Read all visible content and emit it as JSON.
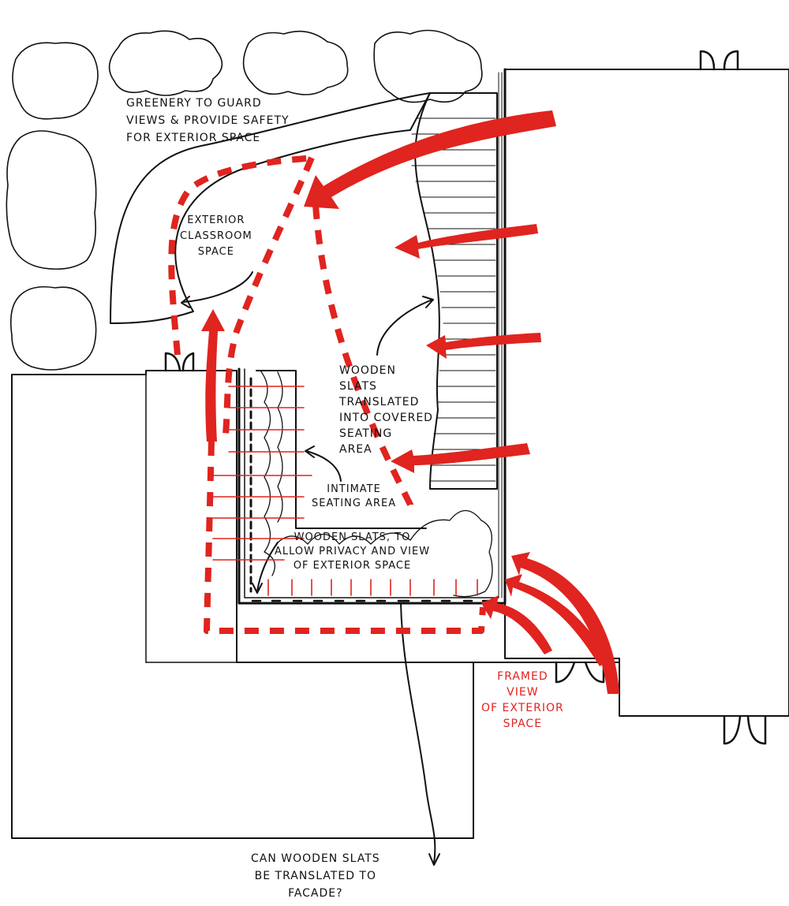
{
  "colors": {
    "ink": "#111111",
    "red": "#e0241f"
  },
  "labels": {
    "greenery": "GREENERY TO GUARD\nVIEWS & PROVIDE SAFETY\nFOR EXTERIOR SPACE",
    "exterior_classroom": "EXTERIOR\nCLASSROOM\nSPACE",
    "wooden_slats_covered": "WOODEN\nSLATS\nTRANSLATED\nINTO COVERED\nSEATING\nAREA",
    "intimate_seating": "INTIMATE\nSEATING AREA",
    "wooden_slats_privacy": "WOODEN SLATS, TO\nALLOW PRIVACY AND VIEW\nOF EXTERIOR SPACE",
    "framed_view": "FRAMED\nVIEW\nOF EXTERIOR\nSPACE",
    "facade_question": "CAN WOODEN SLATS\nBE TRANSLATED TO\nFACADE?"
  },
  "icons": [
    "tree-canopy-icon",
    "door-swing-icon",
    "wind-arrow-icon",
    "sightline-arrow-icon"
  ]
}
